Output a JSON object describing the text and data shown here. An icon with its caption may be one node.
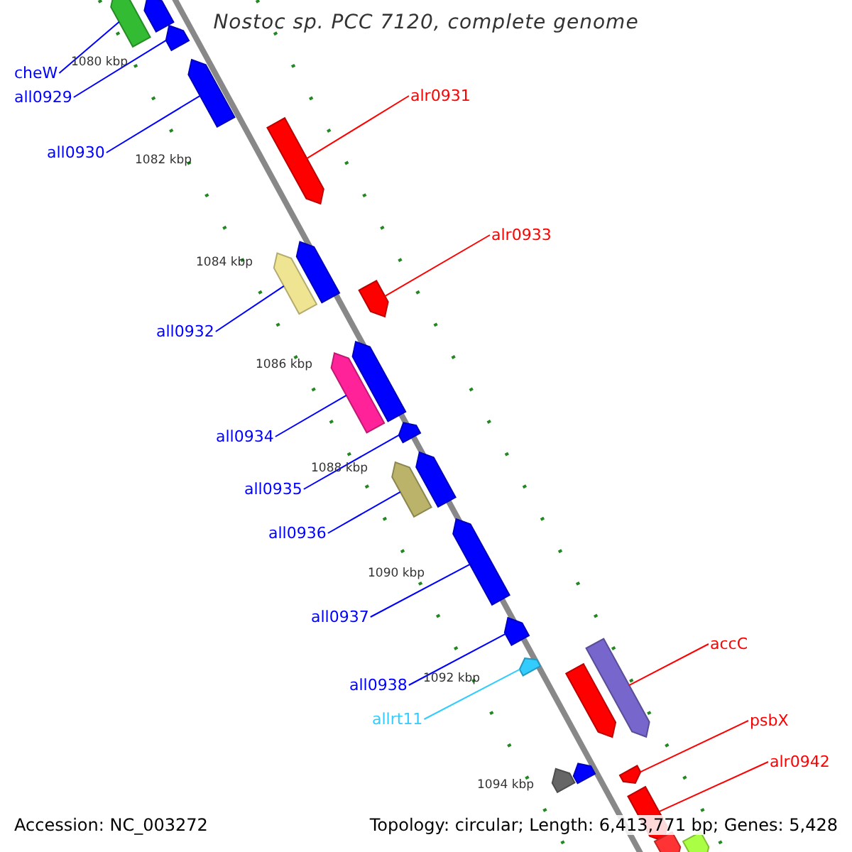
{
  "diagram": {
    "title": "Nostoc sp. PCC 7120, complete genome",
    "nodes": [
      {
        "text": [
          "cheW"
        ]
      },
      {
        "text": [],
        "shape": "bar"
      },
      {
        "text": [
          "alr0931"
        ]
      },
      {
        "text": [],
        "shape": "bar"
      },
      {
        "text": [
          "all0929"
        ]
      },
      {
        "text": [],
        "shape": "bar"
      },
      {
        "text": [
          "all0930"
        ]
      },
      {
        "text": [],
        "shape": "bar"
      },
      {
        "text": [
          "alr0933"
        ]
      },
      {
        "text": [],
        "shape": "bar"
      },
      {
        "text": [
          "all0932"
        ]
      },
      {
        "text": [],
        "shape": "bar"
      },
      {
        "text": [
          "all0934"
        ]
      },
      {
        "text": [],
        "shape": "bar"
      },
      {
        "text": [
          "all0935"
        ]
      },
      {
        "text": [],
        "shape": "bar"
      },
      {
        "text": [
          "all0936"
        ]
      },
      {
        "text": [],
        "shape": "bar"
      },
      {
        "text": [
          "all0937"
        ]
      },
      {
        "text": [],
        "shape": "bar"
      },
      {
        "text": [
          "accC"
        ]
      },
      {
        "text": [],
        "shape": "bar"
      },
      {
        "text": [
          "all0938"
        ]
      },
      {
        "text": [],
        "shape": "bar"
      },
      {
        "text": [
          "allrt11"
        ]
      },
      {
        "text": [],
        "shape": "bar"
      },
      {
        "text": [
          "psbX"
        ]
      },
      {
        "text": [],
        "shape": "bar"
      },
      {
        "text": [
          "alr0942"
        ]
      },
      {
        "text": [],
        "shape": "bar"
      },
      {
        "text": [],
        "shape": "bar"
      },
      {
        "text": [],
        "shape": "bar"
      },
      {
        "text": [],
        "shape": "bar"
      },
      {
        "text": [],
        "shape": "bar"
      },
      {
        "text": [],
        "shape": "bar"
      },
      {
        "text": [],
        "shape": "bar"
      },
      {
        "text": [],
        "shape": "bar"
      },
      {
        "text": [],
        "shape": "bar"
      },
      {
        "text": [],
        "shape": "bar"
      }
    ],
    "edges": [
      {
        "from": 0,
        "to": 1,
        "arrow": "none"
      },
      {
        "from": 2,
        "to": 3,
        "arrow": "none",
        "color": "#ff0000"
      },
      {
        "from": 4,
        "to": 5,
        "arrow": "none"
      },
      {
        "from": 6,
        "to": 7,
        "arrow": "none"
      },
      {
        "from": 8,
        "to": 9,
        "arrow": "none",
        "color": "#ff0000"
      },
      {
        "from": 10,
        "to": 11,
        "arrow": "none"
      },
      {
        "from": 12,
        "to": 13,
        "arrow": "none"
      },
      {
        "from": 14,
        "to": 15,
        "arrow": "none"
      },
      {
        "from": 16,
        "to": 17,
        "arrow": "none"
      },
      {
        "from": 18,
        "to": 19,
        "arrow": "none"
      },
      {
        "from": 20,
        "to": 21,
        "arrow": "none",
        "color": "#ff0000"
      },
      {
        "from": 22,
        "to": 23,
        "arrow": "none"
      },
      {
        "from": 24,
        "to": 25,
        "arrow": "none",
        "color": "#33ccff"
      },
      {
        "from": 26,
        "to": 27,
        "arrow": "none",
        "color": "#ff0000"
      },
      {
        "from": 28,
        "to": 29,
        "arrow": "none",
        "color": "#ff0000"
      }
    ],
    "labels": [
      "1080 kbp",
      "1082 kbp",
      "1084 kbp",
      "1086 kbp",
      "1088 kbp",
      "1090 kbp",
      "1092 kbp",
      "1094 kbp",
      "Accession: NC_003272",
      "Topology: circular; Length: 6,413,771 bp; Genes: 5,428"
    ]
  }
}
